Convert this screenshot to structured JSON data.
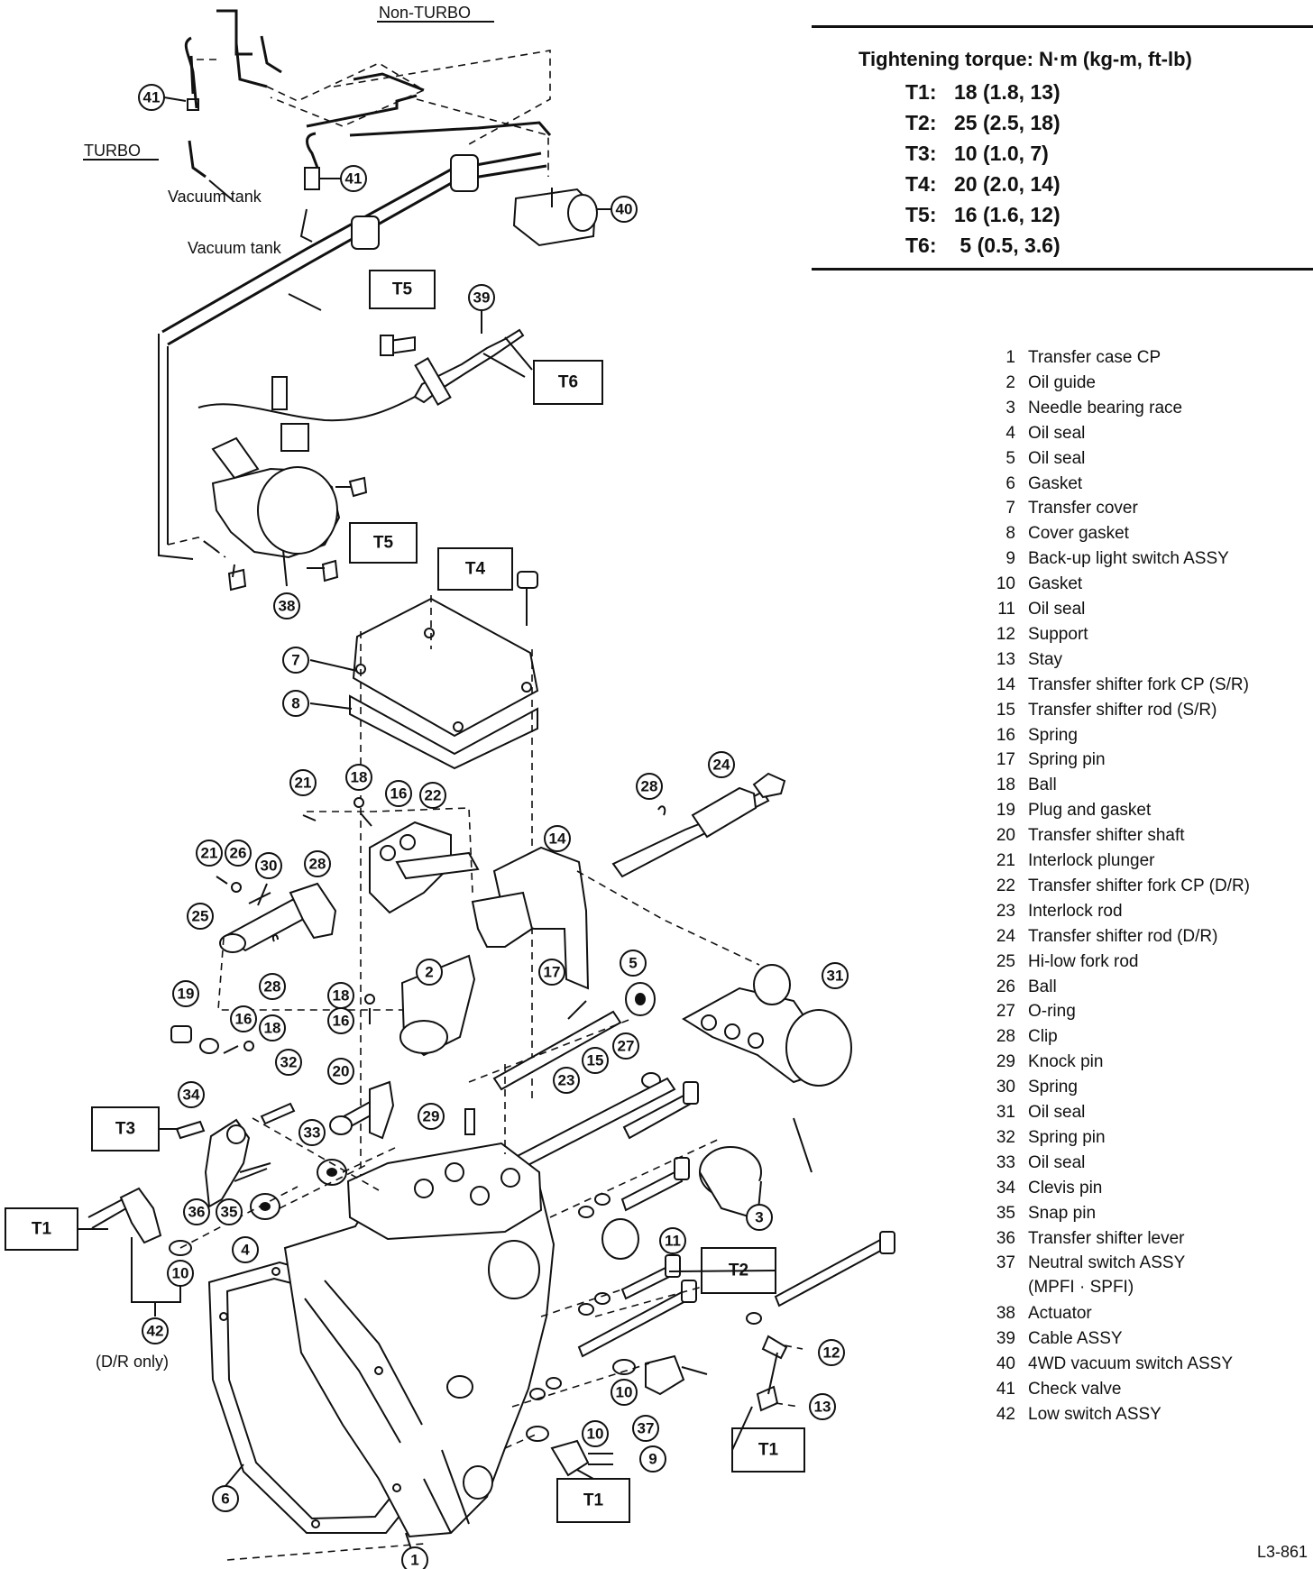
{
  "torque": {
    "title": "Tightening torque:  N·m (kg-m, ft-lb)",
    "rows": [
      {
        "key": "T1:",
        "value": "18 (1.8, 13)"
      },
      {
        "key": "T2:",
        "value": "25 (2.5, 18)"
      },
      {
        "key": "T3:",
        "value": "10 (1.0, 7)"
      },
      {
        "key": "T4:",
        "value": "20 (2.0, 14)"
      },
      {
        "key": "T5:",
        "value": "16 (1.6, 12)"
      },
      {
        "key": "T6:",
        "value": "  5 (0.5, 3.6)"
      }
    ]
  },
  "legend": [
    {
      "num": "1",
      "text": "Transfer case CP"
    },
    {
      "num": "2",
      "text": "Oil guide"
    },
    {
      "num": "3",
      "text": "Needle bearing race"
    },
    {
      "num": "4",
      "text": "Oil seal"
    },
    {
      "num": "5",
      "text": "Oil seal"
    },
    {
      "num": "6",
      "text": "Gasket"
    },
    {
      "num": "7",
      "text": "Transfer cover"
    },
    {
      "num": "8",
      "text": "Cover gasket"
    },
    {
      "num": "9",
      "text": "Back-up light switch ASSY"
    },
    {
      "num": "10",
      "text": "Gasket"
    },
    {
      "num": "11",
      "text": "Oil seal"
    },
    {
      "num": "12",
      "text": "Support"
    },
    {
      "num": "13",
      "text": "Stay"
    },
    {
      "num": "14",
      "text": "Transfer shifter fork CP (S/R)"
    },
    {
      "num": "15",
      "text": "Transfer shifter rod (S/R)"
    },
    {
      "num": "16",
      "text": "Spring"
    },
    {
      "num": "17",
      "text": "Spring pin"
    },
    {
      "num": "18",
      "text": "Ball"
    },
    {
      "num": "19",
      "text": "Plug and gasket"
    },
    {
      "num": "20",
      "text": "Transfer shifter shaft"
    },
    {
      "num": "21",
      "text": "Interlock plunger"
    },
    {
      "num": "22",
      "text": "Transfer shifter fork CP (D/R)"
    },
    {
      "num": "23",
      "text": "Interlock rod"
    },
    {
      "num": "24",
      "text": "Transfer shifter rod (D/R)"
    },
    {
      "num": "25",
      "text": "Hi-low fork rod"
    },
    {
      "num": "26",
      "text": "Ball"
    },
    {
      "num": "27",
      "text": "O-ring"
    },
    {
      "num": "28",
      "text": "Clip"
    },
    {
      "num": "29",
      "text": "Knock pin"
    },
    {
      "num": "30",
      "text": "Spring"
    },
    {
      "num": "31",
      "text": "Oil seal"
    },
    {
      "num": "32",
      "text": "Spring pin"
    },
    {
      "num": "33",
      "text": "Oil seal"
    },
    {
      "num": "34",
      "text": "Clevis pin"
    },
    {
      "num": "35",
      "text": "Snap pin"
    },
    {
      "num": "36",
      "text": "Transfer shifter lever"
    },
    {
      "num": "37",
      "text": "Neutral switch ASSY",
      "sub": "(MPFI · SPFI)"
    },
    {
      "num": "38",
      "text": "Actuator"
    },
    {
      "num": "39",
      "text": "Cable ASSY"
    },
    {
      "num": "40",
      "text": "4WD vacuum switch ASSY"
    },
    {
      "num": "41",
      "text": "Check valve"
    },
    {
      "num": "42",
      "text": "Low switch ASSY"
    }
  ],
  "labels": {
    "non_turbo": "Non-TURBO",
    "turbo": "TURBO",
    "vacuum_tank": "Vacuum tank",
    "dr_only": "(D/R only)",
    "ref": "L3-861"
  },
  "torque_tags": {
    "t1": "T1",
    "t2": "T2",
    "t3": "T3",
    "t4": "T4",
    "t5": "T5",
    "t6": "T6"
  },
  "callouts": {
    "c1": "1",
    "c2": "2",
    "c3": "3",
    "c4": "4",
    "c5": "5",
    "c6": "6",
    "c7": "7",
    "c8": "8",
    "c9": "9",
    "c10": "10",
    "c11": "11",
    "c12": "12",
    "c13": "13",
    "c14": "14",
    "c15": "15",
    "c16": "16",
    "c17": "17",
    "c18": "18",
    "c19": "19",
    "c20": "20",
    "c21": "21",
    "c22": "22",
    "c23": "23",
    "c24": "24",
    "c25": "25",
    "c26": "26",
    "c27": "27",
    "c28": "28",
    "c29": "29",
    "c30": "30",
    "c31": "31",
    "c32": "32",
    "c33": "33",
    "c34": "34",
    "c35": "35",
    "c36": "36",
    "c37": "37",
    "c38": "38",
    "c39": "39",
    "c40": "40",
    "c41": "41",
    "c42": "42"
  }
}
